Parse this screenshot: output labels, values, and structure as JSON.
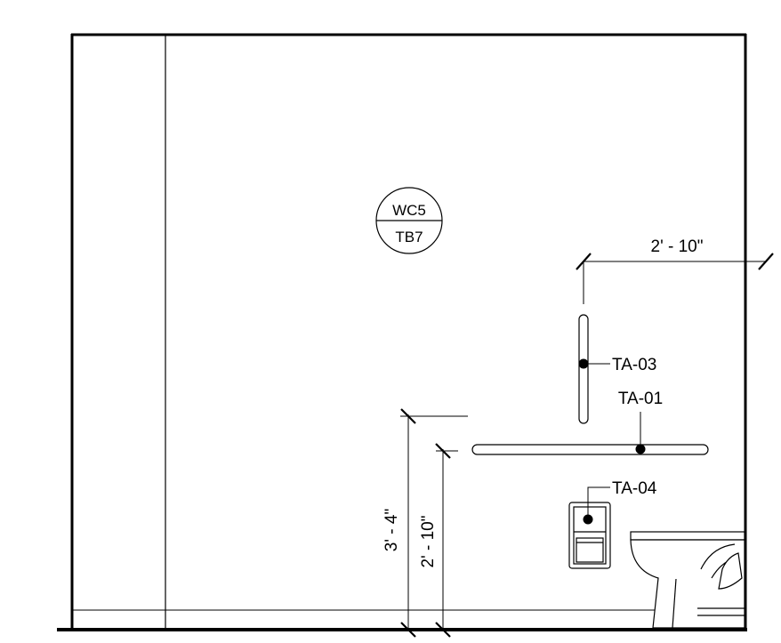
{
  "elevation_tag": {
    "top": "WC5",
    "bottom": "TB7"
  },
  "dimensions": {
    "horizontal": "2' - 10\"",
    "vertical_left": "3' - 4\"",
    "vertical_right": "2' - 10\""
  },
  "callouts": {
    "vertical_grab_bar": "TA-03",
    "horizontal_grab_bar": "TA-01",
    "tissue_dispenser": "TA-04"
  }
}
